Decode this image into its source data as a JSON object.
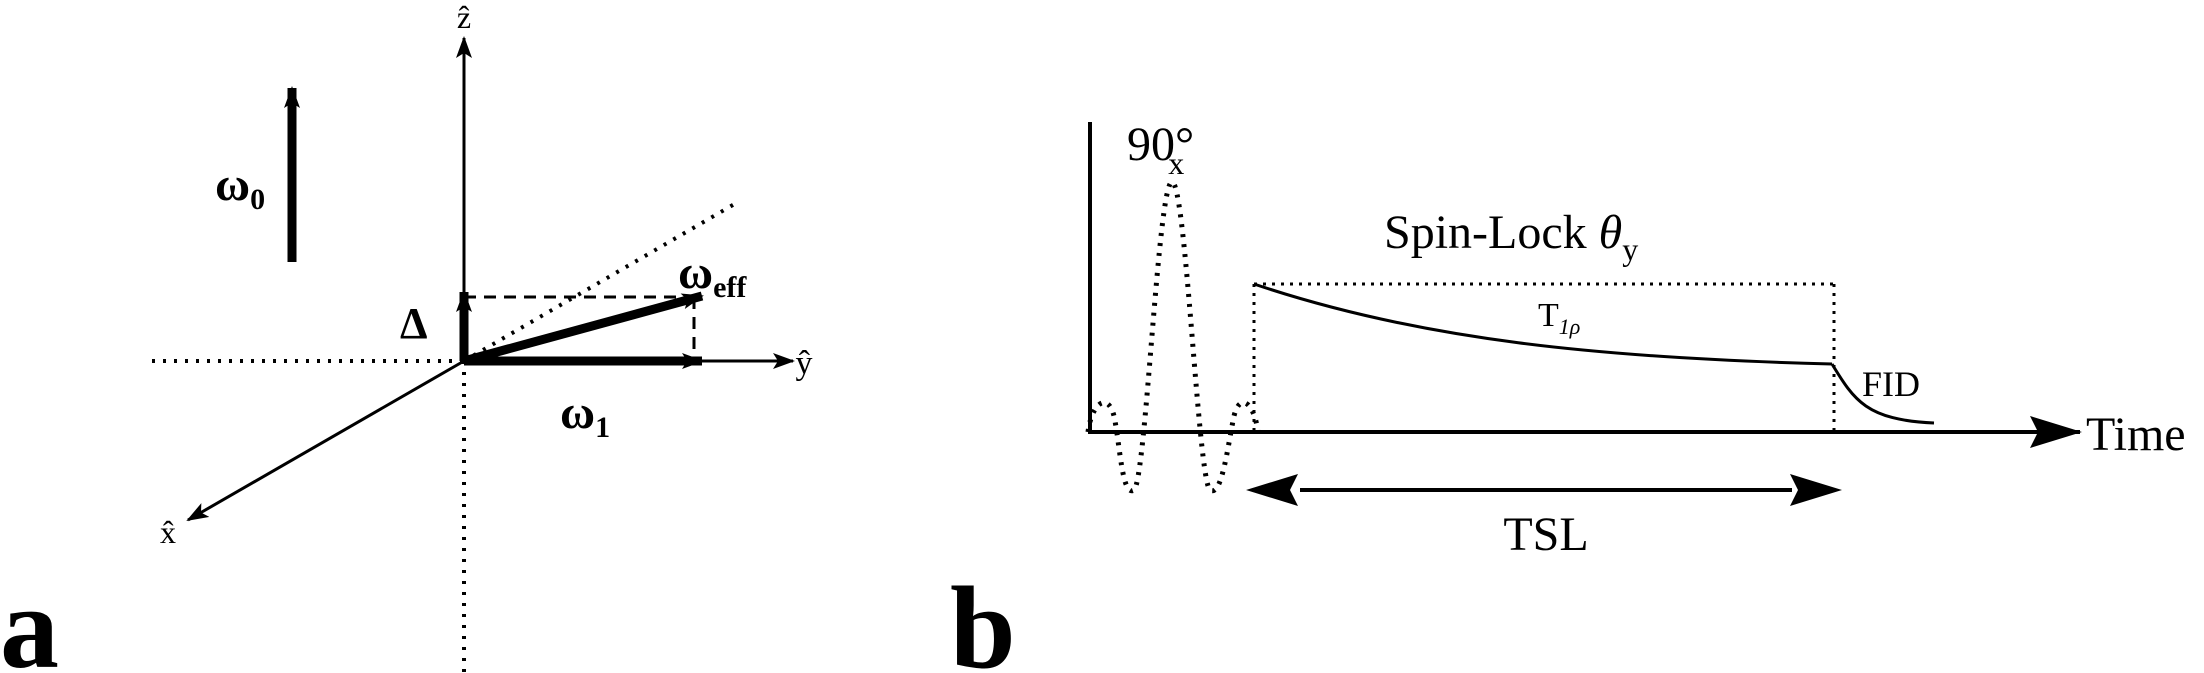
{
  "panel_a": {
    "letter": "a",
    "axis_z": "ẑ",
    "axis_y": "ŷ",
    "axis_x": "x̂",
    "omega0_sym": "ω",
    "omega0_sub": "0",
    "delta": "Δ",
    "omega_eff_sym": "ω",
    "omega_eff_sub": "eff",
    "omega1_sym": "ω",
    "omega1_sub": "1"
  },
  "panel_b": {
    "letter": "b",
    "pulse_value": "90°",
    "pulse_sub": "x",
    "spinlock_text": "Spin-Lock",
    "spinlock_theta": "θ",
    "spinlock_sub": "y",
    "t1rho_T": "T",
    "t1rho_sub": "1ρ",
    "fid": "FID",
    "time": "Time",
    "tsl": "TSL"
  }
}
